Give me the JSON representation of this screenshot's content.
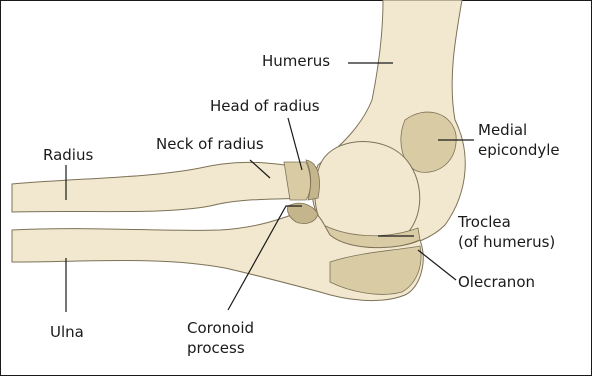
{
  "labels": {
    "humerus": "Humerus",
    "head_of_radius": "Head of radius",
    "neck_of_radius": "Neck of radius",
    "radius": "Radius",
    "medial_epicondyle_line1": "Medial",
    "medial_epicondyle_line2": "epicondyle",
    "trochlea_line1": "Troclea",
    "trochlea_line2": "(of humerus)",
    "olecranon": "Olecranon",
    "ulna": "Ulna",
    "coronoid_line1": "Coronoid",
    "coronoid_line2": "process"
  },
  "colors": {
    "bone": "#f1e8cf",
    "bone_shadow": "#d9cca5",
    "bone_dark": "#c4b58c",
    "outline": "#7d7257",
    "leader": "#1a1a1a"
  }
}
